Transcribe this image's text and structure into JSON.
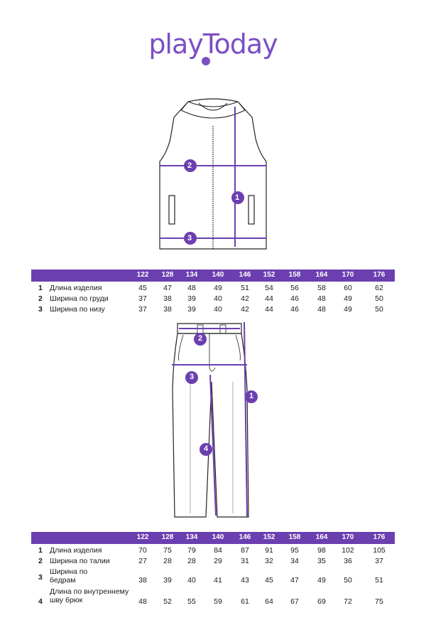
{
  "brand": {
    "logo": "playToday"
  },
  "vest_table": {
    "sizes": [
      "122",
      "128",
      "134",
      "140",
      "146",
      "152",
      "158",
      "164",
      "170",
      "176"
    ],
    "rows": [
      {
        "n": "1",
        "label": "Длина изделия",
        "values": [
          "45",
          "47",
          "48",
          "49",
          "51",
          "54",
          "56",
          "58",
          "60",
          "62"
        ]
      },
      {
        "n": "2",
        "label": "Ширина по груди",
        "values": [
          "37",
          "38",
          "39",
          "40",
          "42",
          "44",
          "46",
          "48",
          "49",
          "50"
        ]
      },
      {
        "n": "3",
        "label": "Ширина по низу",
        "values": [
          "37",
          "38",
          "39",
          "40",
          "42",
          "44",
          "46",
          "48",
          "49",
          "50"
        ]
      }
    ]
  },
  "pants_table": {
    "sizes": [
      "122",
      "128",
      "134",
      "140",
      "146",
      "152",
      "158",
      "164",
      "170",
      "176"
    ],
    "rows": [
      {
        "n": "1",
        "label": "Длина изделия",
        "values": [
          "70",
          "75",
          "79",
          "84",
          "87",
          "91",
          "95",
          "98",
          "102",
          "105"
        ]
      },
      {
        "n": "2",
        "label": "Ширина по талии",
        "values": [
          "27",
          "28",
          "28",
          "29",
          "31",
          "32",
          "34",
          "35",
          "36",
          "37"
        ]
      },
      {
        "n": "3",
        "label": "Ширина по бедрам",
        "values": [
          "38",
          "39",
          "40",
          "41",
          "43",
          "45",
          "47",
          "49",
          "50",
          "51"
        ]
      },
      {
        "n": "4",
        "label": "Длина по внутреннему шву брюк",
        "values": [
          "48",
          "52",
          "55",
          "59",
          "61",
          "64",
          "67",
          "69",
          "72",
          "75"
        ]
      }
    ]
  },
  "markers": {
    "vest": [
      "1",
      "2",
      "3"
    ],
    "pants": [
      "1",
      "2",
      "3",
      "4"
    ]
  },
  "colors": {
    "accent": "#6b3fb0"
  }
}
